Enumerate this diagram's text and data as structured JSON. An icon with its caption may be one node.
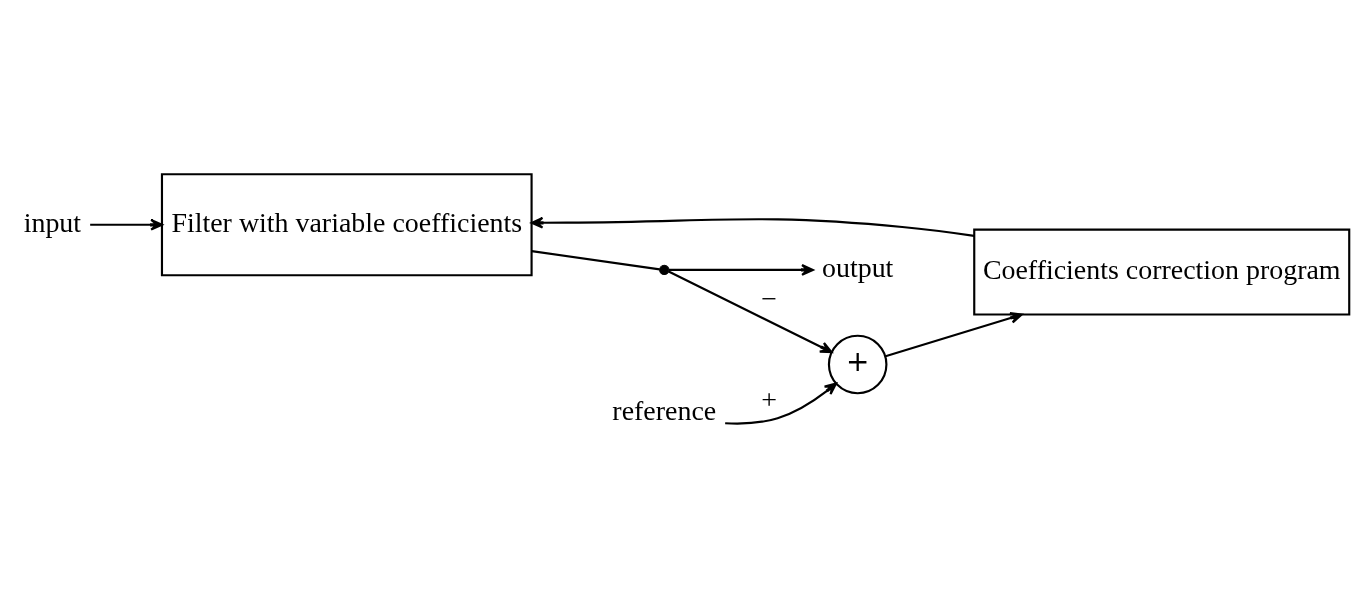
{
  "diagram": {
    "nodes": [
      {
        "text": [
          "input"
        ]
      },
      {
        "text": [
          "Filter with variable coefficients"
        ]
      },
      {
        "text": [
          "output"
        ]
      },
      {
        "text": [],
        "shape": "circle"
      },
      {
        "text": [
          "+"
        ]
      },
      {
        "text": [
          "Coefficients correction program"
        ]
      },
      {
        "text": [
          "reference"
        ]
      }
    ],
    "edges": [
      {
        "from": 0,
        "to": 1,
        "arrow": "to"
      },
      {
        "from": 1,
        "to": 3,
        "arrow": "none"
      },
      {
        "from": 3,
        "to": 2,
        "arrow": "to"
      },
      {
        "from": 3,
        "to": 4,
        "arrow": "to",
        "label": "−"
      },
      {
        "from": 6,
        "to": 4,
        "arrow": "to",
        "label": "+"
      },
      {
        "from": 4,
        "to": 5,
        "arrow": "to"
      },
      {
        "from": 5,
        "to": 1,
        "arrow": "to"
      }
    ]
  }
}
